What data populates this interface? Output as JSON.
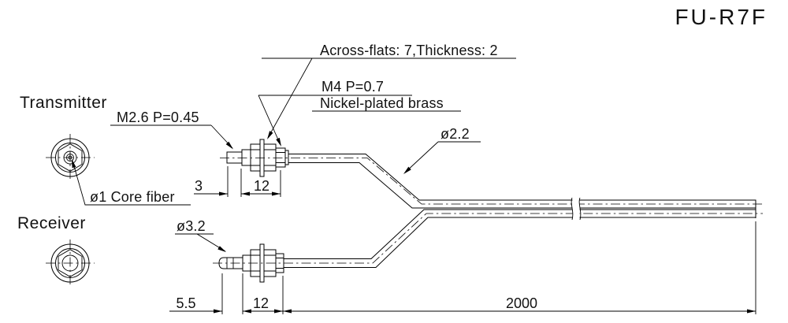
{
  "title": "FU-R7F",
  "colors": {
    "line": "#000000",
    "text": "#121212",
    "background": "#ffffff"
  },
  "views": {
    "transmitter_label": "Transmitter",
    "receiver_label": "Receiver"
  },
  "callouts": {
    "across_flats": "Across-flats: 7,Thickness: 2",
    "m4_thread": "M4 P=0.7",
    "material": "Nickel-plated brass",
    "m26_thread": "M2.6 P=0.45",
    "core_fiber": "ø1 Core fiber",
    "lens_dia": "ø3.2",
    "sheath_dia": "ø2.2"
  },
  "dimensions": {
    "tip_length_transmitter": "3",
    "thread_length_transmitter": "12",
    "tip_length_receiver": "5.5",
    "thread_length_receiver": "12",
    "cable_length": "2000"
  }
}
